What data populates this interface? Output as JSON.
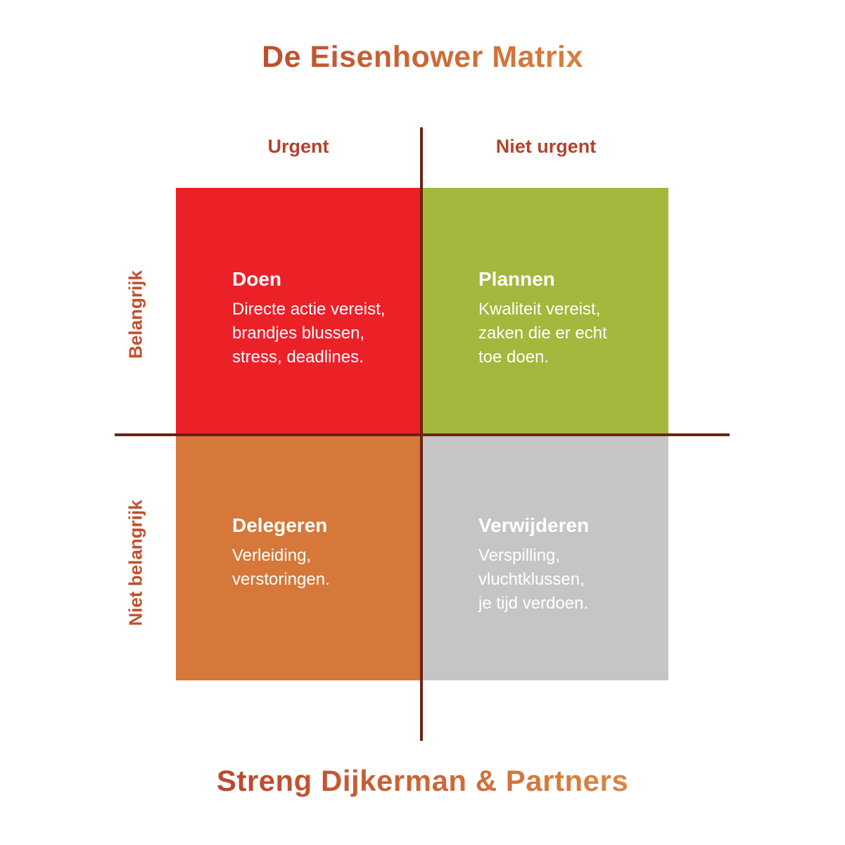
{
  "title": "De Eisenhower Matrix",
  "footer": "Streng Dijkerman & Partners",
  "axis": {
    "urgency": {
      "left": "Urgent",
      "right": "Niet urgent"
    },
    "importance": {
      "top": "Belangrijk",
      "bottom": "Niet belangrijk"
    }
  },
  "quadrants": {
    "doen": {
      "title": "Doen",
      "lines": [
        "Directe actie vereist,",
        "brandjes blussen,",
        "stress, deadlines."
      ],
      "color": "#EC2128"
    },
    "plannen": {
      "title": "Plannen",
      "lines": [
        "Kwaliteit vereist,",
        "zaken die er echt",
        "toe doen."
      ],
      "color": "#A3B83C"
    },
    "delegeren": {
      "title": "Delegeren",
      "lines": [
        "Verleiding,",
        "verstoringen."
      ],
      "color": "#D5783A"
    },
    "verwijderen": {
      "title": "Verwijderen",
      "lines": [
        "Verspilling,",
        "vluchtklussen,",
        "je tijd verdoen."
      ],
      "color": "#C5C5C5"
    }
  },
  "colors": {
    "background": "#FFFFFF",
    "title_gradient_start": "#BC492D",
    "title_gradient_end": "#DA8440",
    "urgency_label": "#B2432C",
    "importance_label": "#C1502F",
    "divider_line": "#6C2315",
    "quadrant_text": "#FFFFFF"
  }
}
